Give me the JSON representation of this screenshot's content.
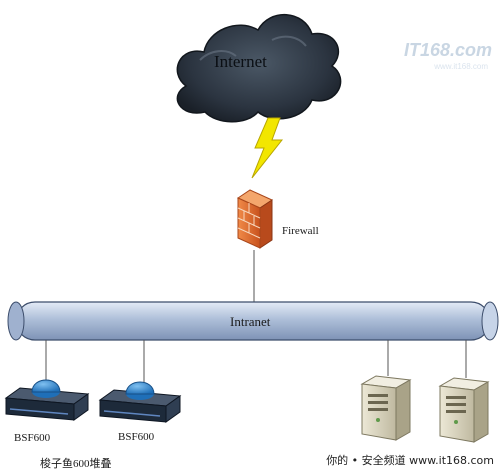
{
  "watermark": {
    "brand": "IT168.com",
    "site": "www.it168.com"
  },
  "cloud": {
    "label": "Internet"
  },
  "firewall": {
    "label": "Firewall"
  },
  "bus": {
    "label": "Intranet"
  },
  "devices": [
    {
      "label": "BSF600"
    },
    {
      "label": "BSF600"
    }
  ],
  "stack_label": "梭子鱼600堆叠",
  "footer": "你的 • 安全频道 www.it168.com",
  "colors": {
    "cloud": "#2a3440",
    "lightning": "#f2e600",
    "firewall": "#e06a2c",
    "bus": "#aebfd9",
    "appliance": "#1d2a3a",
    "server": "#d9d4bf"
  }
}
